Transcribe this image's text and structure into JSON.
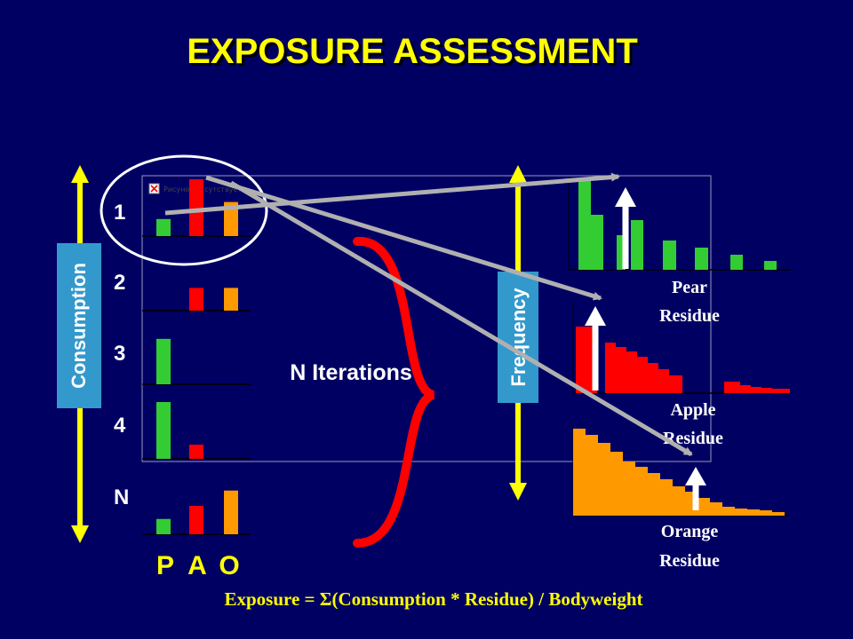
{
  "title": "EXPOSURE ASSESSMENT",
  "consumption": {
    "axis_label": "Consumption",
    "rows": [
      "1",
      "2",
      "3",
      "4",
      "N"
    ],
    "foods": [
      "P",
      "A",
      "O"
    ],
    "values": [
      [
        0.3,
        1.0,
        0.6
      ],
      [
        0.0,
        0.4,
        0.4
      ],
      [
        0.8,
        0.0,
        0.0
      ],
      [
        1.0,
        0.25,
        0.0
      ],
      [
        0.27,
        0.5,
        0.77
      ]
    ],
    "colors": [
      "#33cc33",
      "#ff0000",
      "#ff9900"
    ]
  },
  "broken_image_text": "Рисунок отсутствует",
  "iterations_label": "N Iterations",
  "frequency": {
    "axis_label": "Frequency"
  },
  "residues": {
    "pear": {
      "label_line1": "Pear",
      "label_line2": "Residue",
      "color": "#33cc33"
    },
    "apple": {
      "label_line1": "Apple",
      "label_line2": "Residue",
      "color": "#ff0000"
    },
    "orange": {
      "label_line1": "Orange",
      "label_line2": "Residue",
      "color": "#ff9900"
    }
  },
  "formula": "Exposure = Σ(Consumption * Residue) / Bodyweight",
  "colors": {
    "background": "#000063",
    "accent": "#ffff00",
    "axis_box": "#3399cc",
    "arrow": "#b0b0b0"
  }
}
